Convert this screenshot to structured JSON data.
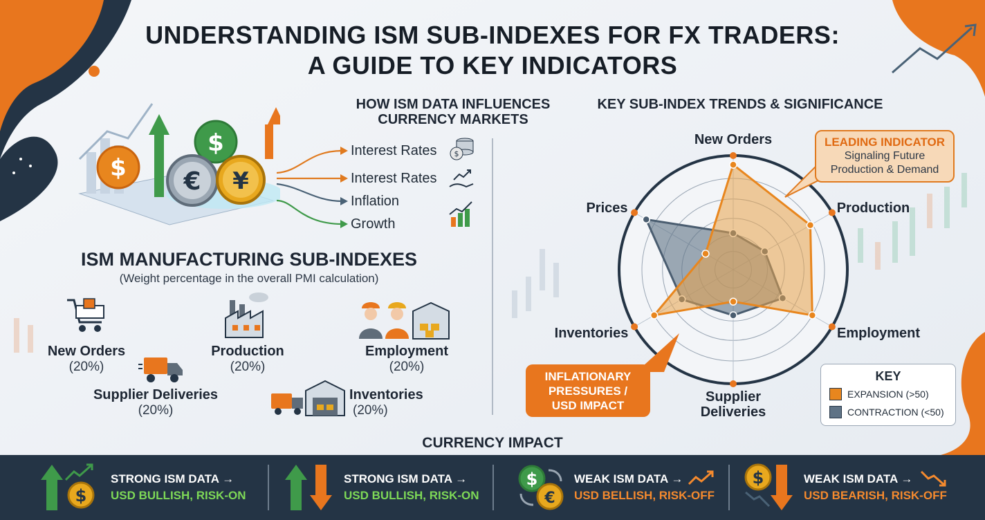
{
  "title": {
    "line1": "UNDERSTANDING ISM SUB-INDEXES FOR FX TRADERS:",
    "line2": "A GUIDE TO KEY INDICATORS"
  },
  "influence": {
    "heading_line1": "HOW ISM DATA INFLUENCES",
    "heading_line2": "CURRENCY MARKETS",
    "items": [
      {
        "label": "Interest Rates",
        "icon": "coins-icon",
        "color": "#e07a1f"
      },
      {
        "label": "Interest Rates",
        "icon": "hand-chart-icon",
        "color": "#e07a1f"
      },
      {
        "label": "Inflation",
        "icon": "none",
        "color": "#4a6276"
      },
      {
        "label": "Growth",
        "icon": "bar-chart-icon",
        "color": "#3f9a4a"
      }
    ],
    "coin_symbols": {
      "dollar": "$",
      "euro": "€",
      "yen": "¥"
    }
  },
  "manufacturing": {
    "heading": "ISM MANUFACTURING SUB-INDEXES",
    "subheading": "(Weight percentage in the overall PMI calculation)",
    "items": [
      {
        "name": "New Orders",
        "pct": "(20%)",
        "icon": "shopping-cart-icon"
      },
      {
        "name": "Production",
        "pct": "(20%)",
        "icon": "factory-icon"
      },
      {
        "name": "Employment",
        "pct": "(20%)",
        "icon": "workers-icon"
      },
      {
        "name": "Supplier Deliveries",
        "pct": "(20%)",
        "icon": "truck-icon"
      },
      {
        "name": "Inventories",
        "pct": "(20%)",
        "icon": "warehouse-icon"
      }
    ]
  },
  "trends": {
    "heading": "KEY SUB-INDEX TRENDS & SIGNIFICANCE",
    "axes": [
      "New Orders",
      "Production",
      "Employment",
      "Supplier Deliveries",
      "Inventories",
      "Prices"
    ],
    "supplier_line1": "Supplier",
    "supplier_line2": "Deliveries",
    "callout_leading": {
      "title": "LEADING INDICATOR",
      "line1": "Signaling Future",
      "line2": "Production & Demand"
    },
    "callout_inflation": {
      "line1": "INFLATIONARY",
      "line2": "PRESSURES /",
      "line3": "USD IMPACT"
    },
    "key": {
      "title": "KEY",
      "expansion": "EXPANSION (>50)",
      "contraction": "CONTRACTION (<50)",
      "expansion_color": "#e8861e",
      "contraction_color": "#5f7386"
    }
  },
  "chart_data": {
    "type": "radar",
    "categories": [
      "New Orders",
      "Production",
      "Employment",
      "Supplier Deliveries",
      "Inventories",
      "Prices"
    ],
    "series": [
      {
        "name": "EXPANSION (>50)",
        "values": [
          0.92,
          0.78,
          0.8,
          0.28,
          0.8,
          0.28
        ]
      },
      {
        "name": "CONTRACTION (<50)",
        "values": [
          0.32,
          0.32,
          0.5,
          0.4,
          0.52,
          0.88
        ]
      }
    ]
  },
  "currency_impact": {
    "heading": "CURRENCY IMPACT",
    "items": [
      {
        "line1": "STRONG ISM DATA →",
        "line2": "USD BULLISH, RISK-ON",
        "color": "#7ed957",
        "icon": "up-arrow-dollar-icon"
      },
      {
        "line1": "STRONG ISM DATA →",
        "line2": "USD BULLISH, RISK-ON",
        "color": "#7ed957",
        "icon": "up-down-arrows-icon"
      },
      {
        "line1": "WEAK ISM DATA →",
        "line2": "USD BELLISH, RISK-OFF",
        "color": "#f58a2e",
        "icon": "dollar-euro-exchange-icon"
      },
      {
        "line1": "WEAK ISM DATA →",
        "line2": "USD BEARISH, RISK-OFF",
        "color": "#f58a2e",
        "icon": "down-arrow-dollar-icon"
      }
    ]
  }
}
